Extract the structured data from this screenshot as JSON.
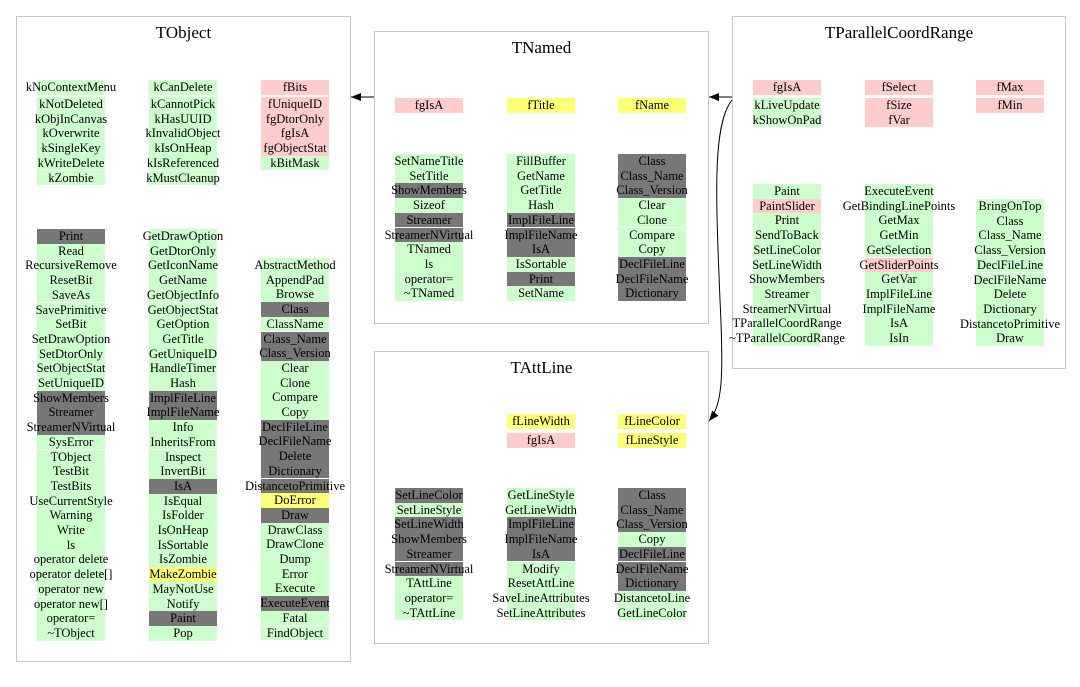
{
  "colors": {
    "public": "#ccffcc",
    "inherited": "#777777",
    "private": "#ffcccc",
    "protected": "#ffff77"
  },
  "boxes": [
    {
      "title": "TObject",
      "columns": [
        {
          "groups": [
            [
              [
                "kNoContextMenu",
                "g"
              ]
            ],
            [
              [
                "kNotDeleted",
                "g"
              ],
              [
                "kObjInCanvas",
                "g"
              ],
              [
                "kOverwrite",
                "g"
              ],
              [
                "kSingleKey",
                "g"
              ],
              [
                "kWriteDelete",
                "g"
              ],
              [
                "kZombie",
                "g"
              ]
            ],
            [
              [
                "Print",
                "d"
              ],
              [
                "Read",
                "g"
              ],
              [
                "RecursiveRemove",
                "g"
              ],
              [
                "ResetBit",
                "g"
              ],
              [
                "SaveAs",
                "g"
              ],
              [
                "SavePrimitive",
                "g"
              ],
              [
                "SetBit",
                "g"
              ],
              [
                "SetDrawOption",
                "g"
              ],
              [
                "SetDtorOnly",
                "g"
              ],
              [
                "SetObjectStat",
                "g"
              ],
              [
                "SetUniqueID",
                "g"
              ],
              [
                "ShowMembers",
                "d"
              ],
              [
                "Streamer",
                "d"
              ],
              [
                "StreamerNVirtual",
                "d"
              ],
              [
                "SysError",
                "g"
              ],
              [
                "TObject",
                "g"
              ],
              [
                "TestBit",
                "g"
              ],
              [
                "TestBits",
                "g"
              ],
              [
                "UseCurrentStyle",
                "g"
              ],
              [
                "Warning",
                "g"
              ],
              [
                "Write",
                "g"
              ],
              [
                "ls",
                "g"
              ],
              [
                "operator delete",
                "g"
              ],
              [
                "operator delete[]",
                "g"
              ],
              [
                "operator new",
                "g"
              ],
              [
                "operator new[]",
                "g"
              ],
              [
                "operator=",
                "g"
              ],
              [
                "~TObject",
                "g"
              ]
            ]
          ]
        },
        {
          "groups": [
            [
              [
                "kCanDelete",
                "g"
              ]
            ],
            [
              [
                "kCannotPick",
                "g"
              ],
              [
                "kHasUUID",
                "g"
              ],
              [
                "kInvalidObject",
                "g"
              ],
              [
                "kIsOnHeap",
                "g"
              ],
              [
                "kIsReferenced",
                "g"
              ],
              [
                "kMustCleanup",
                "g"
              ]
            ],
            [
              [
                "GetDrawOption",
                "g"
              ],
              [
                "GetDtorOnly",
                "g"
              ],
              [
                "GetIconName",
                "g"
              ],
              [
                "GetName",
                "g"
              ],
              [
                "GetObjectInfo",
                "g"
              ],
              [
                "GetObjectStat",
                "g"
              ],
              [
                "GetOption",
                "g"
              ],
              [
                "GetTitle",
                "g"
              ],
              [
                "GetUniqueID",
                "g"
              ],
              [
                "HandleTimer",
                "g"
              ],
              [
                "Hash",
                "g"
              ],
              [
                "ImplFileLine",
                "d"
              ],
              [
                "ImplFileName",
                "d"
              ],
              [
                "Info",
                "g"
              ],
              [
                "InheritsFrom",
                "g"
              ],
              [
                "Inspect",
                "g"
              ],
              [
                "InvertBit",
                "g"
              ],
              [
                "IsA",
                "d"
              ],
              [
                "IsEqual",
                "g"
              ],
              [
                "IsFolder",
                "g"
              ],
              [
                "IsOnHeap",
                "g"
              ],
              [
                "IsSortable",
                "g"
              ],
              [
                "IsZombie",
                "g"
              ],
              [
                "MakeZombie",
                "y"
              ],
              [
                "MayNotUse",
                "g"
              ],
              [
                "Notify",
                "g"
              ],
              [
                "Paint",
                "d"
              ],
              [
                "Pop",
                "g"
              ]
            ]
          ]
        },
        {
          "groups": [
            [
              [
                "fBits",
                "p"
              ]
            ],
            [
              [
                "fUniqueID",
                "p"
              ],
              [
                "fgDtorOnly",
                "p"
              ],
              [
                "fgIsA",
                "p"
              ],
              [
                "fgObjectStat",
                "p"
              ],
              [
                "kBitMask",
                "g"
              ]
            ],
            [
              [
                "AbstractMethod",
                "g"
              ],
              [
                "AppendPad",
                "g"
              ],
              [
                "Browse",
                "g"
              ],
              [
                "Class",
                "d"
              ],
              [
                "ClassName",
                "g"
              ],
              [
                "Class_Name",
                "d"
              ],
              [
                "Class_Version",
                "d"
              ],
              [
                "Clear",
                "g"
              ],
              [
                "Clone",
                "g"
              ],
              [
                "Compare",
                "g"
              ],
              [
                "Copy",
                "g"
              ],
              [
                "DeclFileLine",
                "d"
              ],
              [
                "DeclFileName",
                "d"
              ],
              [
                "Delete",
                "d"
              ],
              [
                "Dictionary",
                "d"
              ],
              [
                "DistancetoPrimitive",
                "d"
              ],
              [
                "DoError",
                "y"
              ],
              [
                "Draw",
                "d"
              ],
              [
                "DrawClass",
                "g"
              ],
              [
                "DrawClone",
                "g"
              ],
              [
                "Dump",
                "g"
              ],
              [
                "Error",
                "g"
              ],
              [
                "Execute",
                "g"
              ],
              [
                "ExecuteEvent",
                "d"
              ],
              [
                "Fatal",
                "g"
              ],
              [
                "FindObject",
                "g"
              ]
            ]
          ]
        }
      ]
    },
    {
      "title": "TNamed",
      "columns": [
        {
          "groups": [
            [
              [
                "fgIsA",
                "p"
              ]
            ],
            [
              [
                "SetNameTitle",
                "g"
              ],
              [
                "SetTitle",
                "g"
              ],
              [
                "ShowMembers",
                "d"
              ],
              [
                "Sizeof",
                "g"
              ],
              [
                "Streamer",
                "d"
              ],
              [
                "StreamerNVirtual",
                "d"
              ],
              [
                "TNamed",
                "g"
              ],
              [
                "ls",
                "g"
              ],
              [
                "operator=",
                "g"
              ],
              [
                "~TNamed",
                "g"
              ]
            ]
          ]
        },
        {
          "groups": [
            [
              [
                "fTitle",
                "y"
              ]
            ],
            [
              [
                "FillBuffer",
                "g"
              ],
              [
                "GetName",
                "g"
              ],
              [
                "GetTitle",
                "g"
              ],
              [
                "Hash",
                "g"
              ],
              [
                "ImplFileLine",
                "d"
              ],
              [
                "ImplFileName",
                "d"
              ],
              [
                "IsA",
                "d"
              ],
              [
                "IsSortable",
                "g"
              ],
              [
                "Print",
                "d"
              ],
              [
                "SetName",
                "g"
              ]
            ]
          ]
        },
        {
          "groups": [
            [
              [
                "fName",
                "y"
              ]
            ],
            [
              [
                "Class",
                "d"
              ],
              [
                "Class_Name",
                "d"
              ],
              [
                "Class_Version",
                "d"
              ],
              [
                "Clear",
                "g"
              ],
              [
                "Clone",
                "g"
              ],
              [
                "Compare",
                "g"
              ],
              [
                "Copy",
                "g"
              ],
              [
                "DeclFileLine",
                "d"
              ],
              [
                "DeclFileName",
                "d"
              ],
              [
                "Dictionary",
                "d"
              ]
            ]
          ]
        }
      ]
    },
    {
      "title": "TAttLine",
      "columns": [
        {
          "groups": [
            [
              [
                "SetLineColor",
                "d"
              ],
              [
                "SetLineStyle",
                "g"
              ],
              [
                "SetLineWidth",
                "d"
              ],
              [
                "ShowMembers",
                "d"
              ],
              [
                "Streamer",
                "d"
              ],
              [
                "StreamerNVirtual",
                "d"
              ],
              [
                "TAttLine",
                "g"
              ],
              [
                "operator=",
                "g"
              ],
              [
                "~TAttLine",
                "g"
              ]
            ]
          ]
        },
        {
          "groups": [
            [
              [
                "fLineWidth",
                "y"
              ]
            ],
            [
              [
                "fgIsA",
                "p"
              ]
            ],
            [
              [
                "GetLineStyle",
                "g"
              ],
              [
                "GetLineWidth",
                "g"
              ],
              [
                "ImplFileLine",
                "d"
              ],
              [
                "ImplFileName",
                "d"
              ],
              [
                "IsA",
                "d"
              ],
              [
                "Modify",
                "g"
              ],
              [
                "ResetAttLine",
                "g"
              ],
              [
                "SaveLineAttributes",
                "g"
              ],
              [
                "SetLineAttributes",
                "g"
              ]
            ]
          ]
        },
        {
          "groups": [
            [
              [
                "fLineColor",
                "y"
              ]
            ],
            [
              [
                "fLineStyle",
                "y"
              ]
            ],
            [
              [
                "Class",
                "d"
              ],
              [
                "Class_Name",
                "d"
              ],
              [
                "Class_Version",
                "d"
              ],
              [
                "Copy",
                "g"
              ],
              [
                "DeclFileLine",
                "d"
              ],
              [
                "DeclFileName",
                "d"
              ],
              [
                "Dictionary",
                "d"
              ],
              [
                "DistancetoLine",
                "g"
              ],
              [
                "GetLineColor",
                "g"
              ]
            ]
          ]
        }
      ]
    },
    {
      "title": "TParallelCoordRange",
      "columns": [
        {
          "groups": [
            [
              [
                "fgIsA",
                "p"
              ]
            ],
            [
              [
                "kLiveUpdate",
                "g"
              ],
              [
                "kShowOnPad",
                "g"
              ]
            ],
            [
              [
                "Paint",
                "g"
              ],
              [
                "PaintSlider",
                "p"
              ],
              [
                "Print",
                "g"
              ],
              [
                "SendToBack",
                "g"
              ],
              [
                "SetLineColor",
                "g"
              ],
              [
                "SetLineWidth",
                "g"
              ],
              [
                "ShowMembers",
                "g"
              ],
              [
                "Streamer",
                "g"
              ],
              [
                "StreamerNVirtual",
                "g"
              ],
              [
                "TParallelCoordRange",
                "g"
              ],
              [
                "~TParallelCoordRange",
                "g"
              ]
            ]
          ]
        },
        {
          "groups": [
            [
              [
                "fSelect",
                "p"
              ]
            ],
            [
              [
                "fSize",
                "p"
              ],
              [
                "fVar",
                "p"
              ]
            ],
            [
              [
                "ExecuteEvent",
                "g"
              ],
              [
                "GetBindingLinePoints",
                "g"
              ],
              [
                "GetMax",
                "g"
              ],
              [
                "GetMin",
                "g"
              ],
              [
                "GetSelection",
                "g"
              ],
              [
                "GetSliderPoints",
                "p"
              ],
              [
                "GetVar",
                "g"
              ],
              [
                "ImplFileLine",
                "g"
              ],
              [
                "ImplFileName",
                "g"
              ],
              [
                "IsA",
                "g"
              ],
              [
                "IsIn",
                "g"
              ]
            ]
          ]
        },
        {
          "groups": [
            [
              [
                "fMax",
                "p"
              ]
            ],
            [
              [
                "fMin",
                "p"
              ]
            ],
            [
              [
                "BringOnTop",
                "g"
              ],
              [
                "Class",
                "g"
              ],
              [
                "Class_Name",
                "g"
              ],
              [
                "Class_Version",
                "g"
              ],
              [
                "DeclFileLine",
                "g"
              ],
              [
                "DeclFileName",
                "g"
              ],
              [
                "Delete",
                "g"
              ],
              [
                "Dictionary",
                "g"
              ],
              [
                "DistancetoPrimitive",
                "g"
              ],
              [
                "Draw",
                "g"
              ]
            ]
          ]
        }
      ]
    }
  ]
}
